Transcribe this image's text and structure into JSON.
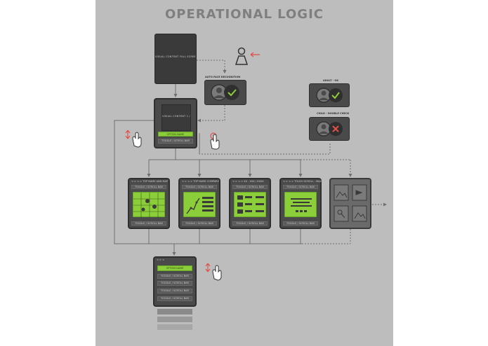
{
  "title": "OPERATIONAL LOGIC",
  "top_screen": {
    "label": "VISUAL CONTENT FULL SCREEN"
  },
  "face_recognition": {
    "label": "AUTO FACE RECOGNITION"
  },
  "access_ok": {
    "label": "ADULT - OK"
  },
  "access_denied": {
    "label": "CHILD - DOUBLE CHECK"
  },
  "menu_screen": {
    "content": "VISUAL CONTENT 1 / 3 SIZE",
    "green_label": "OPTION NAME",
    "bar_label": "TOGGLE / SCROLL BAR"
  },
  "cards": [
    {
      "header": "< > < > TOP NAME AND MAP",
      "top_bar": "TOGGLE / SCROLL BAR",
      "bottom_bar": "TOGGLE / SCROLL BAR"
    },
    {
      "header": "< > < > TOP NAME COMPARE",
      "top_bar": "TOGGLE / SCROLL BAR",
      "bottom_bar": "TOGGLE / SCROLL BAR"
    },
    {
      "header": "< > < > XX - XXX / XXXX",
      "top_bar": "TOGGLE / SCROLL BAR",
      "bottom_bar": "TOGGLE / SCROLL BAR"
    },
    {
      "header": "< > < > TOUCH SCROLL - MAX",
      "top_bar": "TOGGLE / SCROLL BAR",
      "bottom_bar": "TOGGLE / SCROLL BAR"
    }
  ],
  "list_screen": {
    "header": "< > <",
    "green_label": "OPTION NAME",
    "items": [
      "TOGGLE / SCROLL BAR",
      "TOGGLE / SCROLL BAR",
      "TOGGLE / SCROLL BAR",
      "TOGGLE / SCROLL BAR"
    ]
  },
  "colors": {
    "accent_green": "#8ccd3a",
    "arrow_red": "#e2504a",
    "board": "#bdbdbd"
  },
  "icons": [
    "person-icon",
    "hand-pointer-icon",
    "check-icon",
    "x-icon",
    "image-icon"
  ]
}
